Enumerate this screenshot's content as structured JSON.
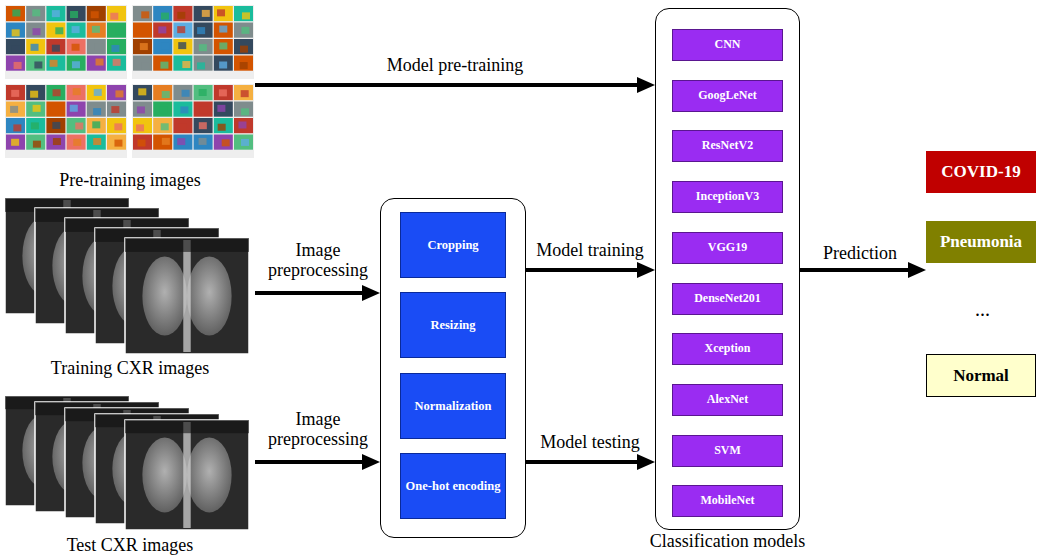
{
  "diagram": {
    "nodes": [
      {
        "text": [
          "Pre-training images"
        ]
      },
      {
        "text": [
          "Training CXR images"
        ]
      },
      {
        "text": [
          "Test CXR images"
        ]
      },
      {
        "text": []
      },
      {
        "text": [
          "Cropping"
        ],
        "in": 3
      },
      {
        "text": [
          "Resizing"
        ],
        "in": 3
      },
      {
        "text": [
          "Normalization"
        ],
        "in": 3
      },
      {
        "text": [
          "One-hot encoding"
        ],
        "in": 3
      },
      {
        "text": [
          "Classification models"
        ]
      },
      {
        "text": [
          "CNN"
        ],
        "in": 8
      },
      {
        "text": [
          "GoogLeNet"
        ],
        "in": 8
      },
      {
        "text": [
          "ResNetV2"
        ],
        "in": 8
      },
      {
        "text": [
          "InceptionV3"
        ],
        "in": 8
      },
      {
        "text": [
          "VGG19"
        ],
        "in": 8
      },
      {
        "text": [
          "DenseNet201"
        ],
        "in": 8
      },
      {
        "text": [
          "Xception"
        ],
        "in": 8
      },
      {
        "text": [
          "AlexNet"
        ],
        "in": 8
      },
      {
        "text": [
          "SVM"
        ],
        "in": 8
      },
      {
        "text": [
          "MobileNet"
        ],
        "in": 8
      },
      {
        "text": [
          "COVID-19"
        ]
      },
      {
        "text": [
          "Pneumonia"
        ]
      },
      {
        "text": [
          "Normal"
        ]
      }
    ],
    "edges": [
      {
        "from": 0,
        "to": 8,
        "label": "Model pre-training",
        "arrow": "to"
      },
      {
        "from": 1,
        "to": 3,
        "label": "Image preprocessing",
        "arrow": "to"
      },
      {
        "from": 2,
        "to": 3,
        "label": "Image preprocessing",
        "arrow": "to"
      },
      {
        "from": 3,
        "to": 8,
        "label": "Model training",
        "arrow": "to"
      },
      {
        "from": 3,
        "to": 8,
        "label": "Model testing",
        "arrow": "to"
      },
      {
        "from": 8,
        "to": 20,
        "label": "Prediction",
        "arrow": "to"
      }
    ],
    "labels": [
      "..."
    ]
  }
}
